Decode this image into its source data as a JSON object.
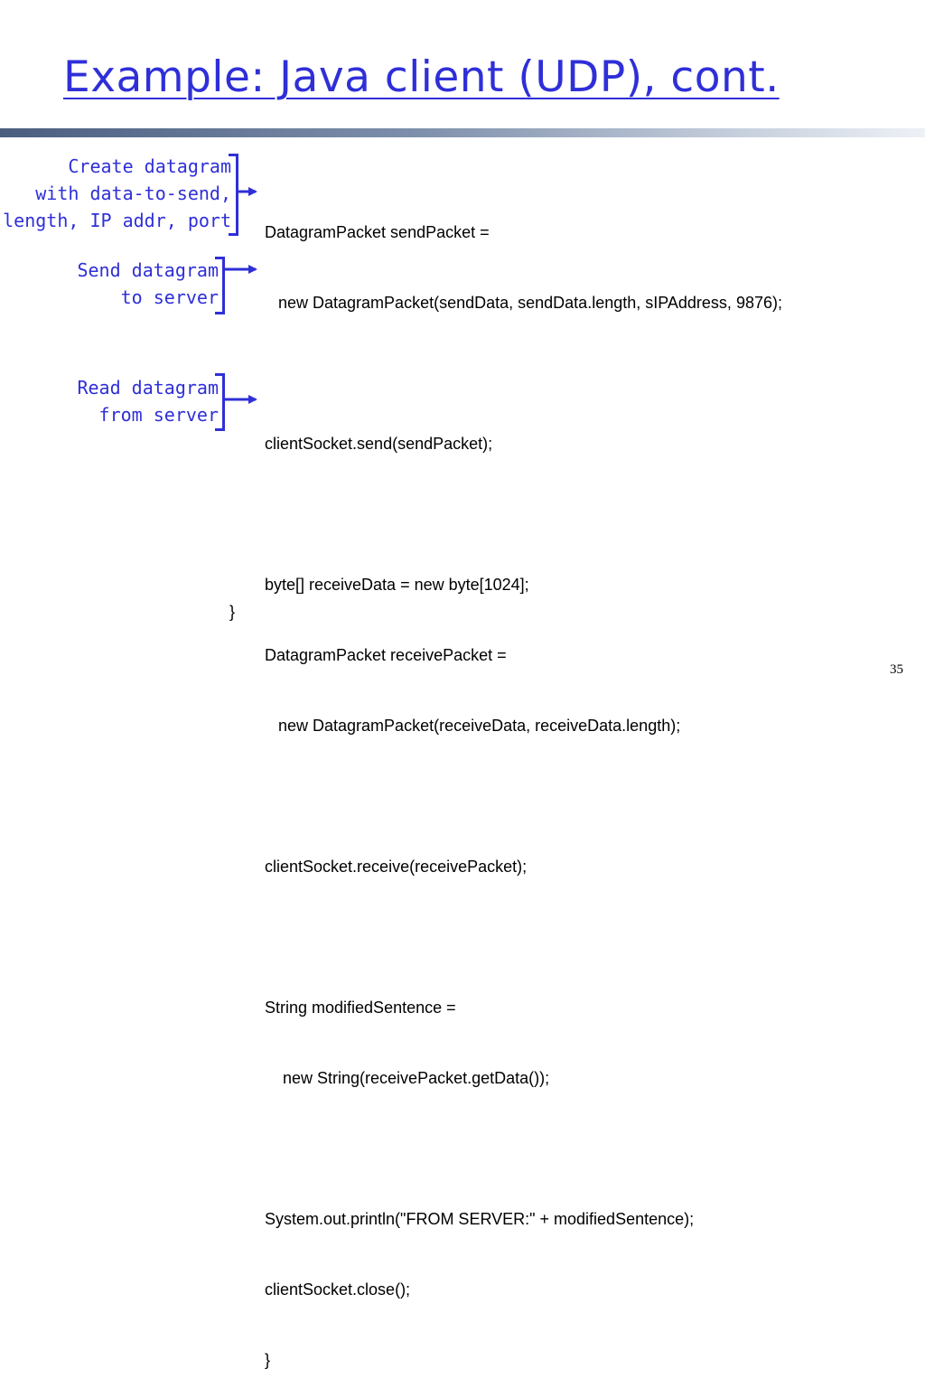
{
  "slide": {
    "title": "Example: Java client (UDP), cont.",
    "page_number": "35"
  },
  "colors": {
    "accent": "#2f2fd8",
    "title_bar_dark": "#4a5e80",
    "title_bar_light": "#eef1f6"
  },
  "annotations": [
    {
      "lines": [
        "Create datagram",
        "with data-to-send,",
        "length, IP addr, port"
      ]
    },
    {
      "lines": [
        "Send datagram",
        "to server"
      ]
    },
    {
      "lines": [
        "Read datagram",
        "from server"
      ]
    }
  ],
  "code_lines": [
    "DatagramPacket sendPacket =",
    "   new DatagramPacket(sendData, sendData.length, sIPAddress, 9876);",
    "",
    "clientSocket.send(sendPacket);",
    "",
    "byte[] receiveData = new byte[1024];",
    "DatagramPacket receivePacket =",
    "   new DatagramPacket(receiveData, receiveData.length);",
    "",
    "clientSocket.receive(receivePacket);",
    "",
    "String modifiedSentence =",
    "    new String(receivePacket.getData());",
    "",
    "System.out.println(\"FROM SERVER:\" + modifiedSentence);",
    "clientSocket.close();",
    "}"
  ],
  "closing_brace": "}"
}
